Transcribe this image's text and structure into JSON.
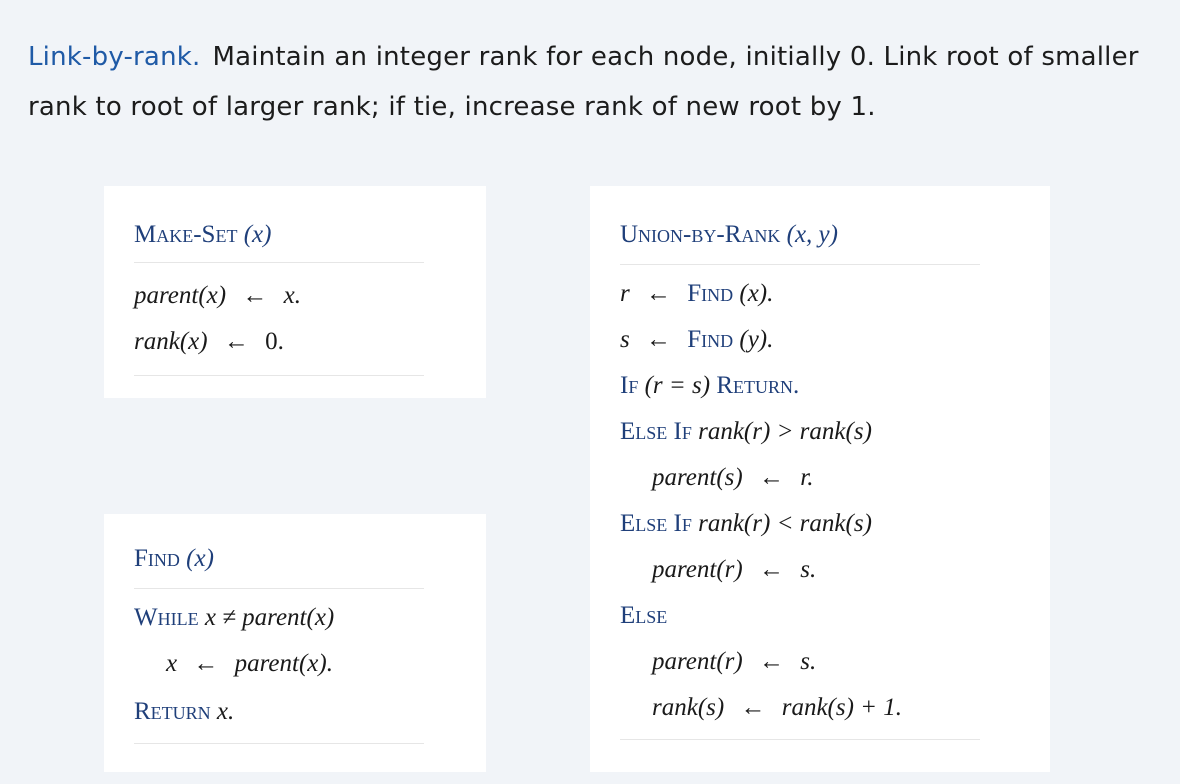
{
  "intro": {
    "term": "Link-by-rank.",
    "text": "Maintain an integer rank for each node, initially 0. Link root of smaller rank to root of larger rank; if tie, increase rank of new root by 1."
  },
  "make_set": {
    "title_name": "Make-Set",
    "title_args": "(x)",
    "lines": [
      {
        "lhs": "parent(x)",
        "arrow": "←",
        "rhs": "x."
      },
      {
        "lhs": "rank(x)",
        "arrow": "←",
        "rhs": "0."
      }
    ]
  },
  "find": {
    "title_name": "Find",
    "title_args": "(x)",
    "while_kw": "While",
    "while_cond": "x ≠ parent(x)",
    "loop_lhs": "x",
    "arrow": "←",
    "loop_rhs": "parent(x).",
    "return_kw": "Return",
    "return_val": "x."
  },
  "union": {
    "title_name": "Union-by-Rank",
    "title_args": "(x, y)",
    "r_lhs": "r",
    "arrow": "←",
    "find_kw": "Find",
    "r_arg": "(x).",
    "s_lhs": "s",
    "s_arg": "(y).",
    "if_kw": "If",
    "if_cond": "(r = s)",
    "return_kw": "Return.",
    "elseif_kw": "Else If",
    "cond_gt": "rank(r) > rank(s)",
    "assign1_lhs": "parent(s)",
    "assign1_rhs": "r.",
    "cond_lt": "rank(r) < rank(s)",
    "assign2_lhs": "parent(r)",
    "assign2_rhs": "s.",
    "else_kw": "Else",
    "assign3_lhs": "parent(r)",
    "assign3_rhs": "s.",
    "assign4_lhs": "rank(s)",
    "assign4_rhs": "rank(s) + 1."
  }
}
